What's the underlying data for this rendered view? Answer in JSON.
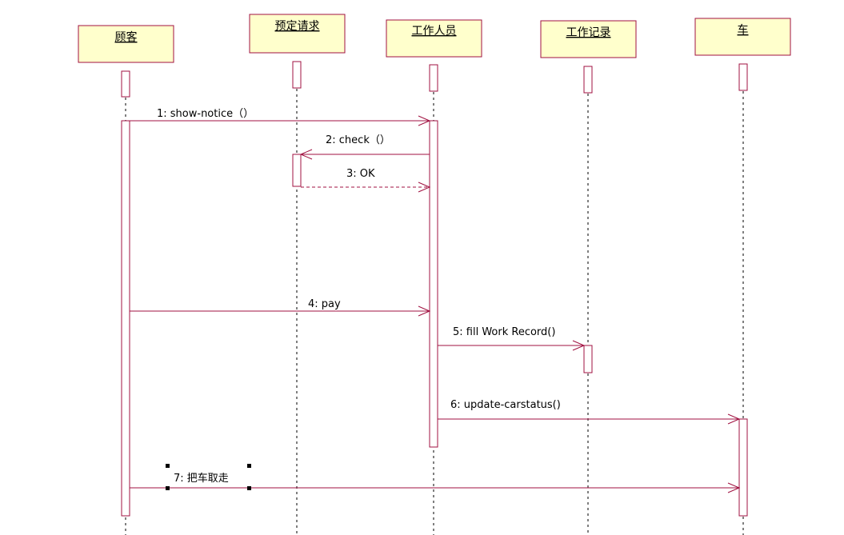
{
  "diagram": {
    "colors": {
      "box_fill": "#ffffcc",
      "line": "#a01040",
      "text": "#000000"
    },
    "objects": [
      {
        "id": "customer",
        "label": "顾客"
      },
      {
        "id": "reservation",
        "label": "预定请求"
      },
      {
        "id": "staff",
        "label": "工作人员"
      },
      {
        "id": "work-record",
        "label": "工作记录"
      },
      {
        "id": "car",
        "label": "车"
      }
    ],
    "messages": [
      {
        "id": "m1",
        "label": "1: show-notice（）",
        "from": "customer",
        "to": "staff",
        "kind": "call"
      },
      {
        "id": "m2",
        "label": "2: check（）",
        "from": "staff",
        "to": "reservation",
        "kind": "call"
      },
      {
        "id": "m3",
        "label": "3: OK",
        "from": "reservation",
        "to": "staff",
        "kind": "return"
      },
      {
        "id": "m4",
        "label": "4: pay",
        "from": "customer",
        "to": "staff",
        "kind": "call"
      },
      {
        "id": "m5",
        "label": "5: fill Work Record()",
        "from": "staff",
        "to": "work-record",
        "kind": "call"
      },
      {
        "id": "m6",
        "label": "6: update-carstatus()",
        "from": "staff",
        "to": "car",
        "kind": "call"
      },
      {
        "id": "m7",
        "label": "7: 把车取走",
        "from": "customer",
        "to": "car",
        "kind": "call",
        "selected": true
      }
    ]
  }
}
